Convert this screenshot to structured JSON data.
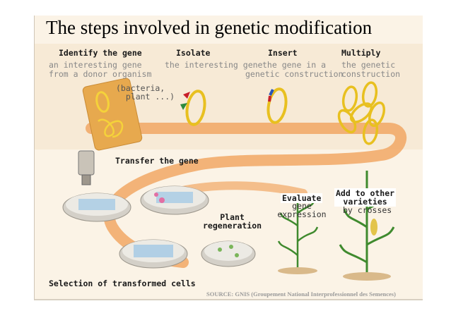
{
  "title": "The steps involved in genetic modification",
  "steps": {
    "identify": {
      "heading": "Identify the gene",
      "line1": "an interesting gene",
      "line2": "from a donor organism",
      "note": "(bacteria,\n  plant ...)"
    },
    "isolate": {
      "heading": "Isolate",
      "text": "the interesting gene"
    },
    "insert": {
      "heading": "Insert",
      "line1": "the gene in a",
      "line2": "genetic construction"
    },
    "multiply": {
      "heading": "Multiply",
      "line1": "the genetic",
      "line2": "construction"
    },
    "transfer": {
      "heading": "Transfer the gene"
    },
    "regeneration": {
      "heading": "Plant\nregeneration"
    },
    "evaluate": {
      "heading": "Evaluate",
      "line1": "gene",
      "line2": "expression"
    },
    "varieties": {
      "heading": "Add to other\nvarieties",
      "text": "by crosses"
    },
    "selection": {
      "heading": "Selection of transformed cells"
    }
  },
  "source": "SOURCE: GNIS (Groupement  National Interprofessionnel des Semences)"
}
